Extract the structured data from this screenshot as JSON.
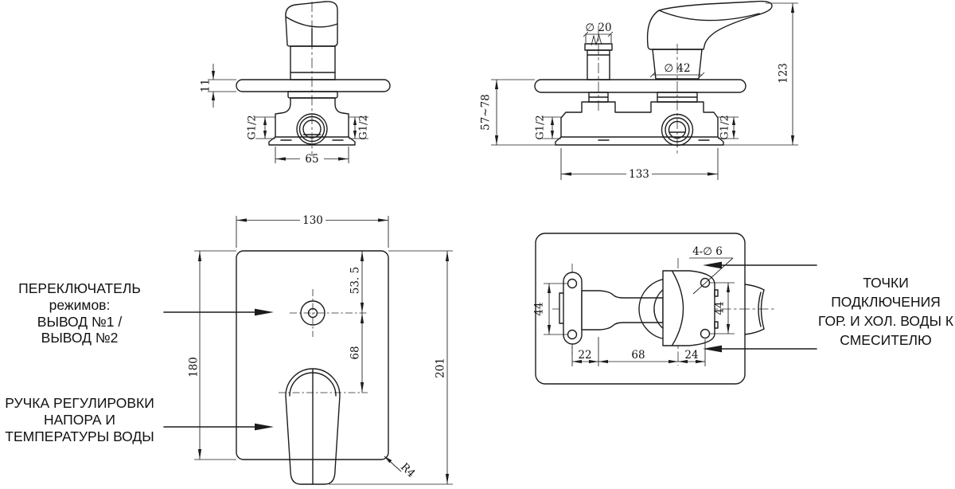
{
  "figure": {
    "background": "#ffffff",
    "line_color": "#1c1c1c",
    "views": {
      "valve_side": {
        "dims": {
          "plate_thickness": "11",
          "body_width": "65",
          "port_left": "G1/2",
          "port_right": "G1/2"
        }
      },
      "valve_front": {
        "dims": {
          "diverter_thread": "∅ 20",
          "handle_base_dia": "∅ 42",
          "mount_depth": "57~78",
          "overall_height": "123",
          "body_width": "133",
          "port_left": "G1/2",
          "port_right": "G1/2"
        }
      },
      "plate_front": {
        "dims": {
          "plate_width": "130",
          "top_to_diverter": "53. 5",
          "diverter_to_handle": "68",
          "plate_height": "180",
          "overall_height": "201",
          "corner_radius": "R4"
        }
      },
      "plate_back": {
        "dims": {
          "mount_holes": "4-∅ 6",
          "left_hole_span": "44",
          "right_hole_span": "44",
          "offset_a": "22",
          "offset_b": "68",
          "offset_c": "24"
        }
      }
    },
    "callouts": {
      "mode_switch": {
        "lines": [
          "ПЕРЕКЛЮЧАТЕЛЬ",
          "режимов:",
          "ВЫВОД №1 /",
          "ВЫВОД №2"
        ]
      },
      "handle": {
        "lines": [
          "РУЧКА РЕГУЛИРОВКИ",
          "НАПОРА И",
          "ТЕМПЕРАТУРЫ ВОДЫ"
        ]
      },
      "connections": {
        "lines": [
          "ТОЧКИ",
          "ПОДКЛЮЧЕНИЯ",
          "ГОР. И ХОЛ. ВОДЫ К",
          "СМЕСИТЕЛЮ"
        ]
      }
    }
  }
}
